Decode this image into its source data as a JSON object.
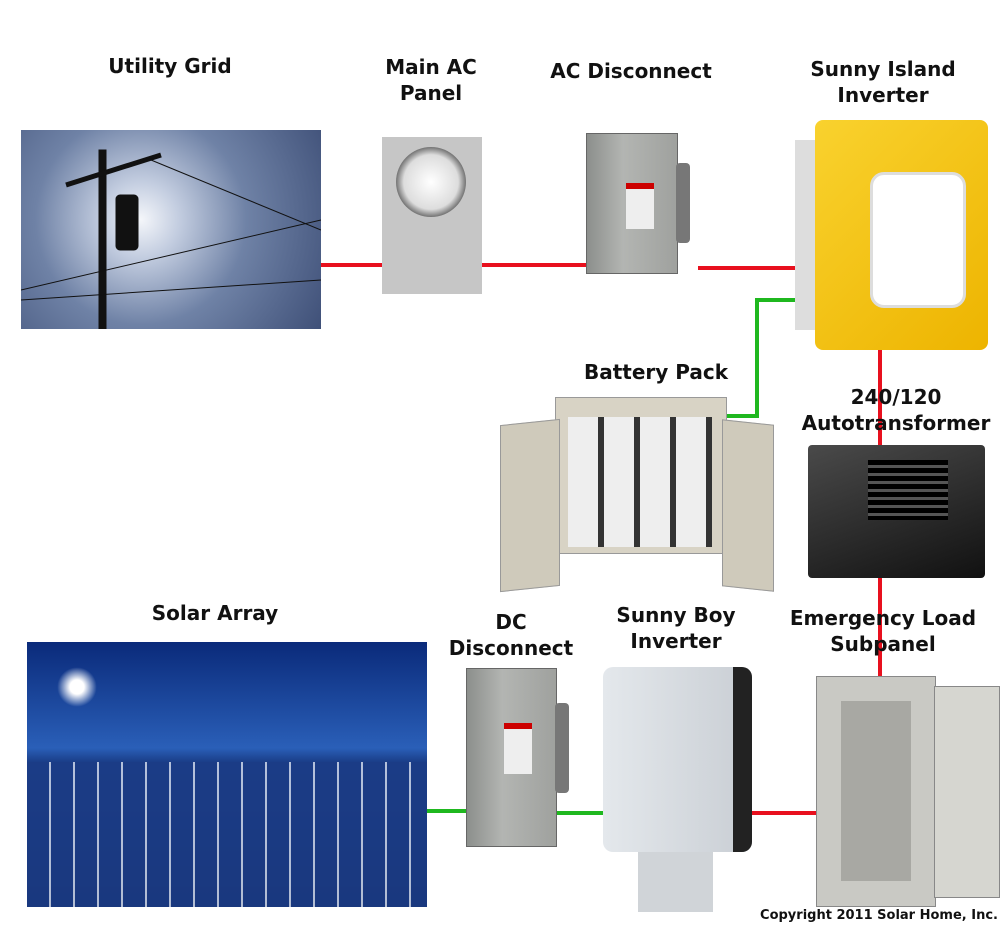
{
  "components": {
    "utility_grid": "Utility Grid",
    "main_ac_panel": [
      "Main AC",
      "Panel"
    ],
    "ac_disconnect": "AC Disconnect",
    "sunny_island": [
      "Sunny Island",
      "Inverter"
    ],
    "battery_pack": "Battery Pack",
    "autotransformer": [
      "240/120",
      "Autotransformer"
    ],
    "solar_array": "Solar Array",
    "dc_disconnect": [
      "DC",
      "Disconnect"
    ],
    "sunny_boy": [
      "Sunny Boy",
      "Inverter"
    ],
    "emergency_subpanel": [
      "Emergency Load",
      "Subpanel"
    ]
  },
  "copyright": "Copyright 2011 Solar Home, Inc.",
  "colors": {
    "ac_wire": "#e8101e",
    "dc_wire": "#1fb81f"
  }
}
